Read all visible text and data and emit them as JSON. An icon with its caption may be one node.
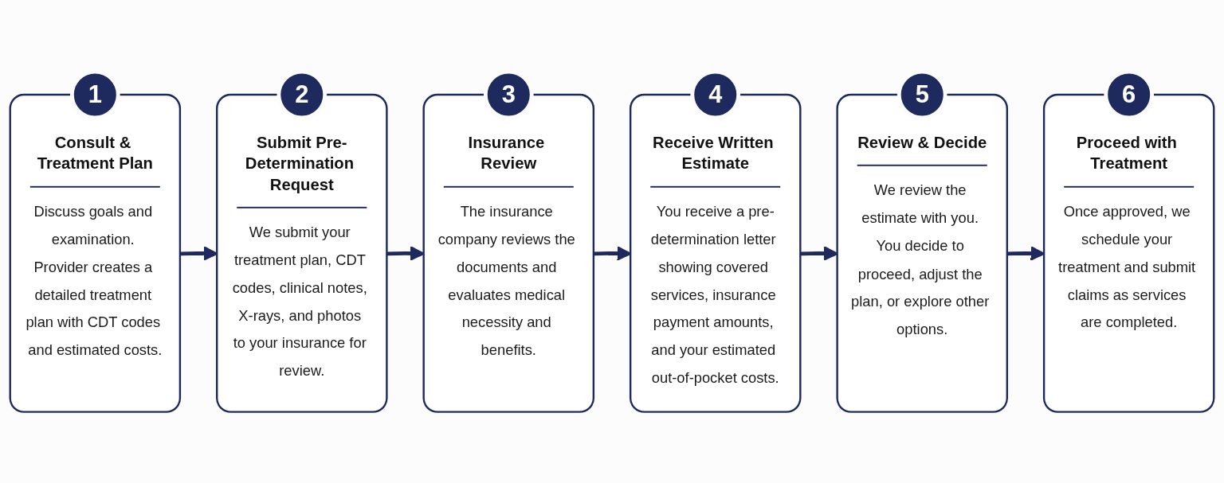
{
  "diagram": {
    "nodes": [
      {
        "text": [
          "1"
        ]
      },
      {
        "text": [
          "Consult & Treatment Plan",
          "Discuss goals and examination. Provider creates a detailed treatment plan with CDT codes and estimated costs."
        ]
      },
      {
        "text": [
          "2"
        ]
      },
      {
        "text": [
          "Submit Pre-Determination Request",
          "We submit your treatment plan, CDT codes, clinical notes, X-rays, and photos to your insurance for review."
        ]
      },
      {
        "text": [
          "3"
        ]
      },
      {
        "text": [
          "Insurance Review",
          "The insurance company reviews the documents and evaluates medical necessity and benefits."
        ]
      },
      {
        "text": [
          "4"
        ]
      },
      {
        "text": [
          "Receive Written Estimate",
          "You receive a pre-determination letter showing covered services, insurance payment amounts, and your estimated out-of-pocket costs."
        ]
      },
      {
        "text": [
          "5"
        ]
      },
      {
        "text": [
          "Review & Decide",
          "We review the estimate with you. You decide to proceed, adjust the plan, or explore other options."
        ]
      },
      {
        "text": [
          "6"
        ]
      },
      {
        "text": [
          "Proceed with Treatment",
          "Once approved, we schedule your treatment and submit claims as services are completed."
        ]
      }
    ],
    "edges": [
      {
        "from": 1,
        "to": 3,
        "arrow": "to"
      },
      {
        "from": 3,
        "to": 5,
        "arrow": "to"
      },
      {
        "from": 5,
        "to": 7,
        "arrow": "to"
      },
      {
        "from": 7,
        "to": 9,
        "arrow": "to"
      },
      {
        "from": 9,
        "to": 11,
        "arrow": "to"
      }
    ]
  }
}
